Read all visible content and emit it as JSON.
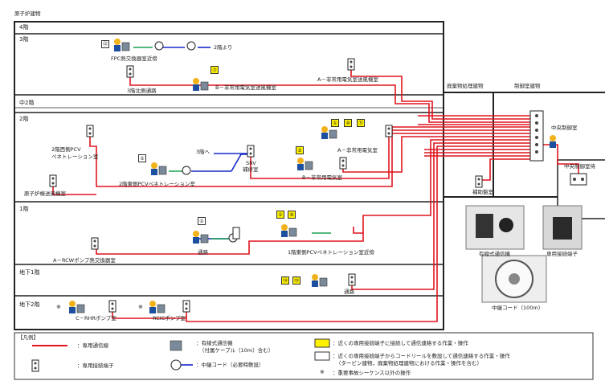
{
  "building": {
    "reactor_building": "原子炉建物",
    "waste_building": "廃棄物処理建物",
    "control_building": "制御室建物"
  },
  "floors": {
    "f4": "4階",
    "f3": "3階",
    "m2": "中2階",
    "f2": "2階",
    "f1": "1階",
    "b1": "地下1階",
    "b2": "地下2階"
  },
  "locations": {
    "fpc": "FPC熱交換器室近傍",
    "from_2f": "2階より",
    "a_hvac_room": "A－非常用電気室送風機室",
    "b_hvac_room": "B－非常用電気室送風機室",
    "north_corridor_3f": "3階北側通路",
    "west_pcv_line1": "2階西側PCV",
    "west_pcv_line2": "ペネトレーション室",
    "east_pcv_2f": "2階東側PCVペネトレーション室",
    "to_3f": "3階へ",
    "srv_line1": "SRV",
    "srv_line2": "補修室",
    "a_elec_room": "A－非常用電気室",
    "b_elec_room": "B－非常用電気室",
    "reactor_vent_room": "原子炉棟送風機室",
    "aux_panel_room": "補助盤室",
    "central_control_room": "中央制御室",
    "central_control_room2": "中央制御室待",
    "corridor_1f": "通路",
    "east_pcv_1f": "1階東側PCVペネトレーション室近傍",
    "a_rcw": "A－RCWポンプ熱交換器室",
    "corridor_b1": "通路",
    "c_rhr": "C－RHRポンプ室",
    "rcic": "RCICポンプ室"
  },
  "tags": {
    "fpc": "⑫",
    "b_hvac": "⑦",
    "a_elec": [
      "①",
      "⑩",
      "⑪"
    ],
    "b_elec": "③",
    "east_pcv_2f": "②",
    "corridor_1f": "①",
    "east_pcv_1f": [
      "①",
      "⑩"
    ],
    "b1": [
      "⑭",
      "⑮"
    ]
  },
  "star_symbol": "※",
  "photos": {
    "wired_phone": "有線式通信機",
    "terminal": "専用接続端子",
    "relay_cord": "中継コード（100m）"
  },
  "legend": {
    "title": "【凡例】",
    "dedicated_line": "：専用通信線",
    "dedicated_terminal": "：専用接続端子",
    "wired_phone_line1": "：有線式通信機",
    "wired_phone_line2": "（付属ケーブル（10m）含む）",
    "relay_cord": "：中継コード（必要時敷設）",
    "yellow_desc": "：近くの専用接続端子に接続して通信連絡する作業・操作",
    "white_desc_line1": "：近くの専用接続端子からコードリールを敷設して通信連絡する作業・操作",
    "white_desc_line2": "（タービン建物，廃棄物処理建物における作業・操作を含む）",
    "star_desc": "：重要事故シーケンス以外の操作"
  },
  "colors": {
    "dedicated_line": "#e0141e",
    "relay_cord": "#1428c8",
    "phone_cable": "#18a050",
    "yellow_tag": "#fff200"
  }
}
